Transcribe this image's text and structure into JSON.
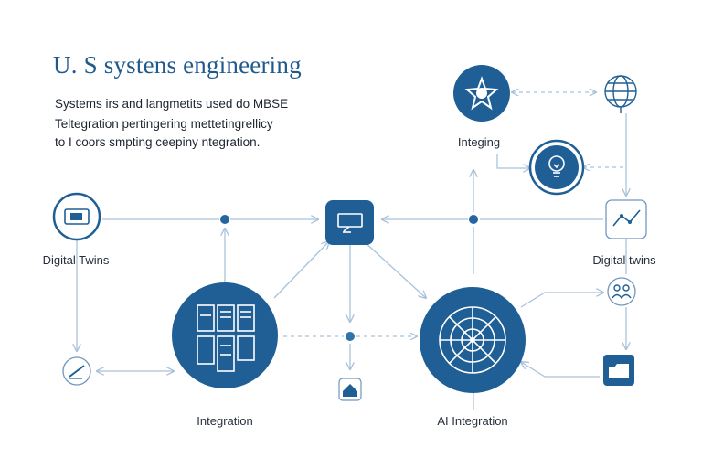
{
  "header": {
    "title": "U. S systens engineering",
    "lines": [
      "Systems irs and langmetits used do MBSE",
      "Teltegration pertingering mettetingrellicy",
      "to I coors smpting ceepiny ntegration."
    ]
  },
  "labels": {
    "integing": "Integing",
    "digital_twins_left": "Digital Twins",
    "digital_twins_right": "Digital twins",
    "integration": "Integration",
    "ai_integration": "AI Integration"
  },
  "colors": {
    "primary": "#1f5f95",
    "connector": "#a9c2da",
    "text": "#1b2430"
  },
  "icons": [
    "star-gear-icon",
    "globe-icon",
    "lightbulb-icon",
    "monitor-icon",
    "chart-icon",
    "document-grid-icon",
    "compass-web-icon",
    "people-icon",
    "folder-icon",
    "house-icon",
    "pen-icon"
  ]
}
